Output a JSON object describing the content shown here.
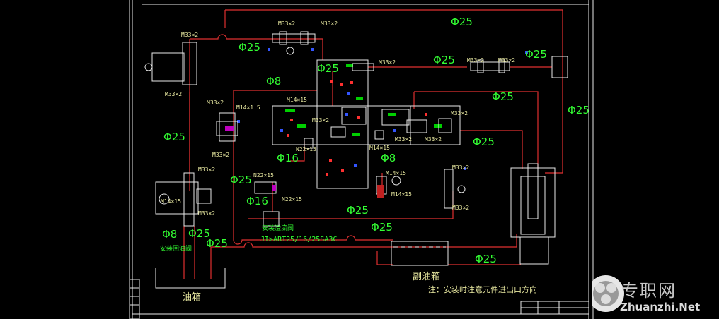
{
  "labels": {
    "phi25": "Φ25",
    "phi16": "Φ16",
    "phi8": "Φ8",
    "m33": "M33×2",
    "m14": "M14×1.5",
    "n22": "N22×15",
    "m14b": "M14×15"
  },
  "text": {
    "oil_tank": "油箱",
    "aux_tank": "副油箱",
    "note": "注：安装时注意元件进出口方向",
    "relief_valve": "安装回油阀",
    "adj_valve": "安装溢流阀",
    "model": "JI>ART25/16/25SA3C"
  },
  "watermark": {
    "cn": "专职网",
    "en": "Zhuanzhi.Net"
  },
  "colors": {
    "pipe": "#e03030",
    "label": "#33ff33",
    "frame": "#e8e8e8",
    "block_blue": "#3355ff"
  }
}
